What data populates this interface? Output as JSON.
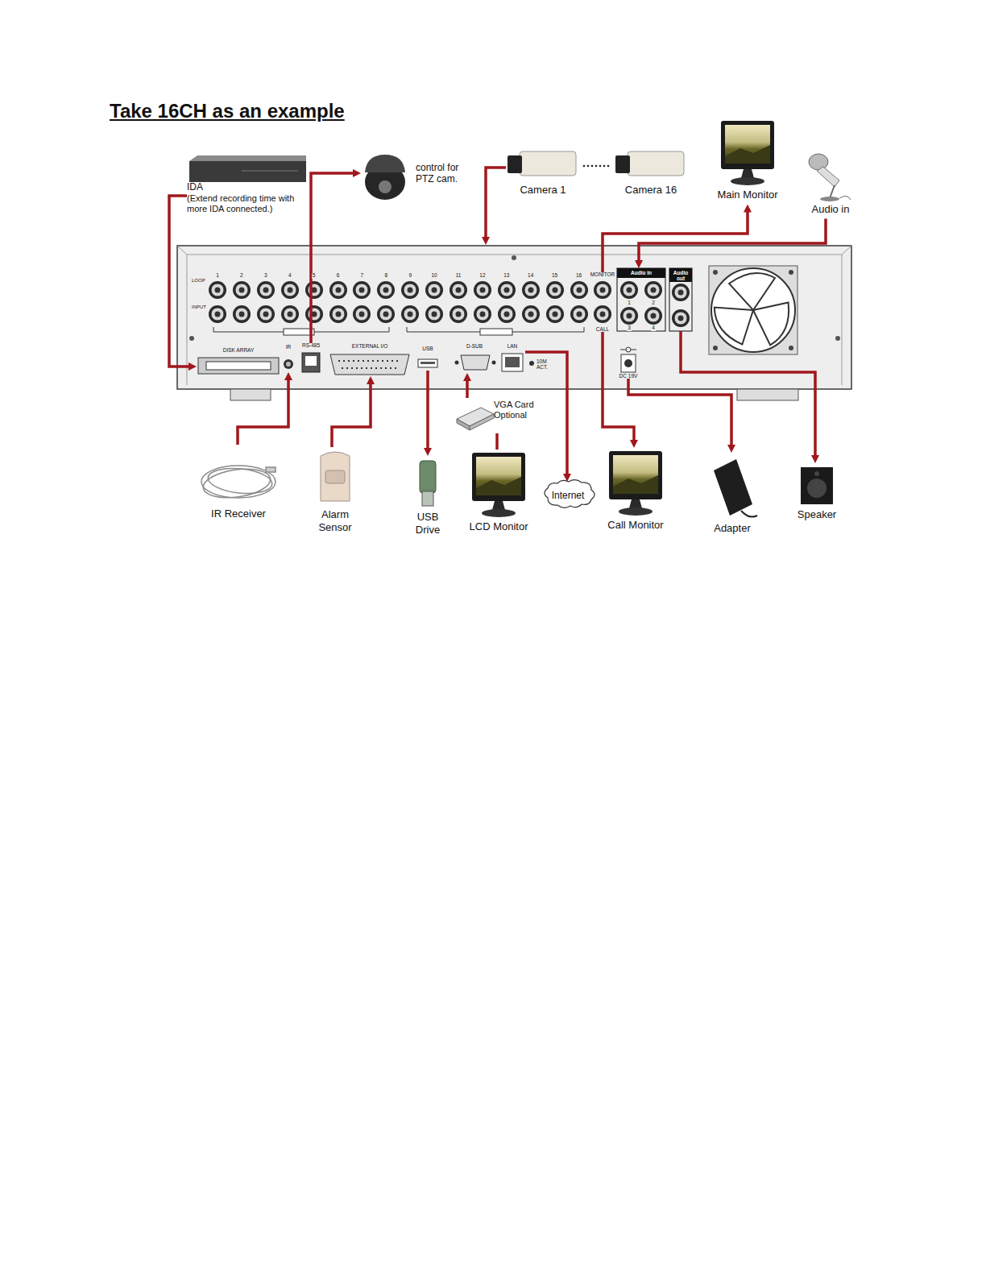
{
  "diagram": {
    "title": "Take 16CH as an example",
    "nodes": [
      {
        "text": [
          "IDA",
          "(Extend recording time with more IDA connected.)"
        ]
      },
      {
        "text": [
          "control for PTZ cam."
        ]
      },
      {
        "text": [
          "Camera 1"
        ]
      },
      {
        "text": [
          "Camera 16"
        ]
      },
      {
        "text": [
          "Main Monitor"
        ]
      },
      {
        "text": [
          "Audio in"
        ]
      },
      {
        "text": [
          "LOOP",
          "INPUT"
        ]
      },
      {
        "text": [
          "DISK ARRAY"
        ],
        "in": 6
      },
      {
        "text": [
          "IR"
        ],
        "in": 6
      },
      {
        "text": [
          "RS-485"
        ],
        "in": 6
      },
      {
        "text": [
          "EXTERNAL I/O"
        ],
        "in": 6
      },
      {
        "text": [
          "USB"
        ],
        "in": 6
      },
      {
        "text": [
          "D-SUB"
        ],
        "in": 6
      },
      {
        "text": [
          "LAN"
        ],
        "in": 6
      },
      {
        "text": [
          "MONITOR"
        ],
        "in": 6
      },
      {
        "text": [
          "CALL"
        ],
        "in": 6
      },
      {
        "text": [
          "Audio in"
        ],
        "in": 6
      },
      {
        "text": [
          "Audio out"
        ],
        "in": 6
      },
      {
        "text": [
          "DC 19V"
        ],
        "in": 6
      },
      {
        "text": [
          "VGA Card Optional"
        ]
      },
      {
        "text": [
          "IR Receiver"
        ]
      },
      {
        "text": [
          "Alarm Sensor"
        ]
      },
      {
        "text": [
          "USB Drive"
        ]
      },
      {
        "text": [
          "LCD Monitor"
        ]
      },
      {
        "text": [
          "Internet"
        ]
      },
      {
        "text": [
          "Call Monitor"
        ]
      },
      {
        "text": [
          "Adapter"
        ]
      },
      {
        "text": [
          "Speaker"
        ]
      }
    ],
    "edges": [
      {
        "from": 0,
        "to": 7,
        "arrow": "to"
      },
      {
        "from": 9,
        "to": 1,
        "arrow": "to"
      },
      {
        "from": 2,
        "to": 6,
        "arrow": "to"
      },
      {
        "from": 14,
        "to": 4,
        "arrow": "to"
      },
      {
        "from": 5,
        "to": 16,
        "arrow": "to"
      },
      {
        "from": 20,
        "to": 8,
        "arrow": "to"
      },
      {
        "from": 21,
        "to": 10,
        "arrow": "to"
      },
      {
        "from": 11,
        "to": 22,
        "arrow": "to"
      },
      {
        "from": 19,
        "to": 12,
        "arrow": "to"
      },
      {
        "from": 19,
        "to": 23,
        "arrow": "none"
      },
      {
        "from": 13,
        "to": 24,
        "arrow": "to"
      },
      {
        "from": 15,
        "to": 25,
        "arrow": "to"
      },
      {
        "from": 18,
        "to": 26,
        "arrow": "to"
      },
      {
        "from": 17,
        "to": 27,
        "arrow": "to"
      }
    ],
    "labels": [
      "1",
      "2",
      "3",
      "4",
      "5",
      "6",
      "7",
      "8",
      "9",
      "10",
      "11",
      "12",
      "13",
      "14",
      "15",
      "16",
      "10M ACT.",
      "1",
      "2",
      "3",
      "4"
    ]
  }
}
